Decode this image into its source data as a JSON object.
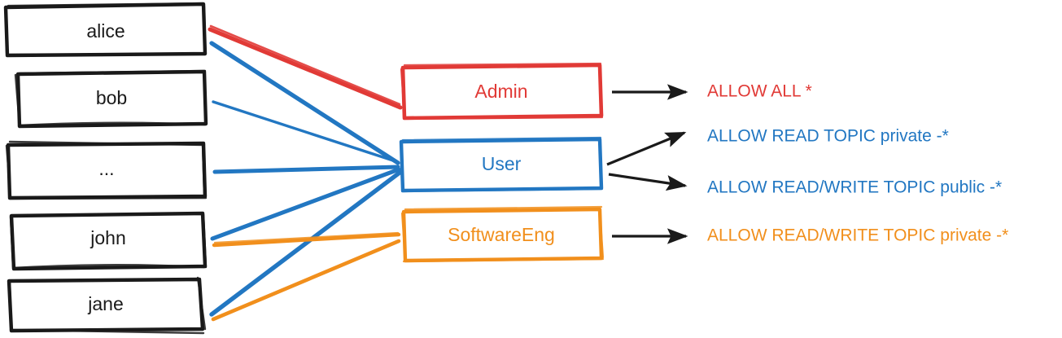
{
  "diagram": {
    "type": "rbac-permission-mapping",
    "style": "hand-drawn-sketch",
    "colors": {
      "admin": "#E13A36",
      "user": "#2277C2",
      "softwareeng": "#F18F1C",
      "outline": "#1a1a1a",
      "arrow": "#1a1a1a",
      "background": "#ffffff"
    },
    "users": [
      {
        "id": "alice",
        "label": "alice"
      },
      {
        "id": "bob",
        "label": "bob"
      },
      {
        "id": "ellipsis",
        "label": "..."
      },
      {
        "id": "john",
        "label": "john"
      },
      {
        "id": "jane",
        "label": "jane"
      }
    ],
    "roles": [
      {
        "id": "admin",
        "label": "Admin",
        "color": "#E13A36"
      },
      {
        "id": "user",
        "label": "User",
        "color": "#2277C2"
      },
      {
        "id": "softwareeng",
        "label": "SoftwareEng",
        "color": "#F18F1C"
      }
    ],
    "permissions": [
      {
        "id": "p1",
        "label": "ALLOW ALL *",
        "color": "#E13A36",
        "role": "admin"
      },
      {
        "id": "p2",
        "label": "ALLOW READ TOPIC private -*",
        "color": "#2277C2",
        "role": "user"
      },
      {
        "id": "p3",
        "label": "ALLOW READ/WRITE TOPIC public -*",
        "color": "#2277C2",
        "role": "user"
      },
      {
        "id": "p4",
        "label": "ALLOW READ/WRITE TOPIC private -*",
        "color": "#F18F1C",
        "role": "softwareeng"
      }
    ],
    "edges": [
      {
        "from": "alice",
        "to": "admin",
        "color": "#E13A36"
      },
      {
        "from": "alice",
        "to": "user",
        "color": "#2277C2"
      },
      {
        "from": "bob",
        "to": "user",
        "color": "#2277C2"
      },
      {
        "from": "ellipsis",
        "to": "user",
        "color": "#2277C2"
      },
      {
        "from": "john",
        "to": "user",
        "color": "#2277C2"
      },
      {
        "from": "john",
        "to": "softwareeng",
        "color": "#F18F1C"
      },
      {
        "from": "jane",
        "to": "user",
        "color": "#2277C2"
      },
      {
        "from": "jane",
        "to": "softwareeng",
        "color": "#F18F1C"
      }
    ]
  }
}
